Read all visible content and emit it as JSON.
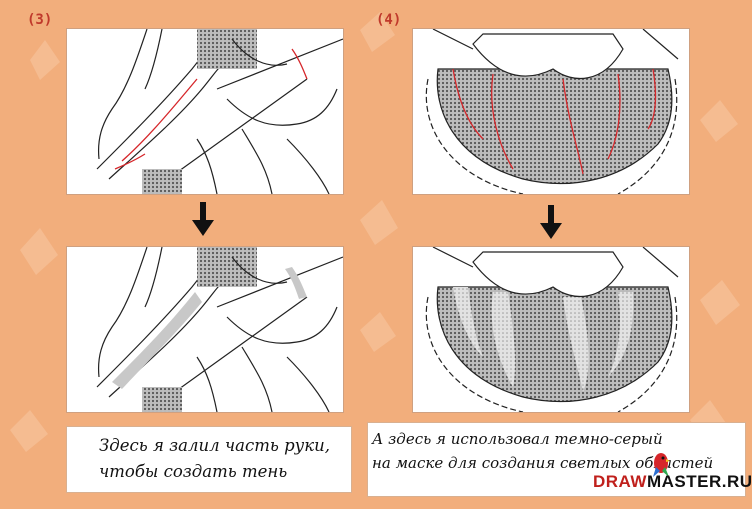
{
  "steps": {
    "left_label": "(3)",
    "right_label": "(4)"
  },
  "captions": {
    "left": [
      "Здесь я залил часть руки,",
      "чтобы создать тень"
    ],
    "right": [
      "А здесь я использовал темно-серый",
      "на маске для создания светлых областей"
    ]
  },
  "logo": {
    "part1": "DRAW",
    "part2": "MASTER.RU"
  },
  "icons": {
    "arrow": "arrow-down-icon",
    "mascot": "parrot-icon"
  },
  "colors": {
    "background": "#f2ae7c",
    "step_label": "#c0392b",
    "guide_line": "#d6262a",
    "screentone": "#8a8a8a"
  }
}
